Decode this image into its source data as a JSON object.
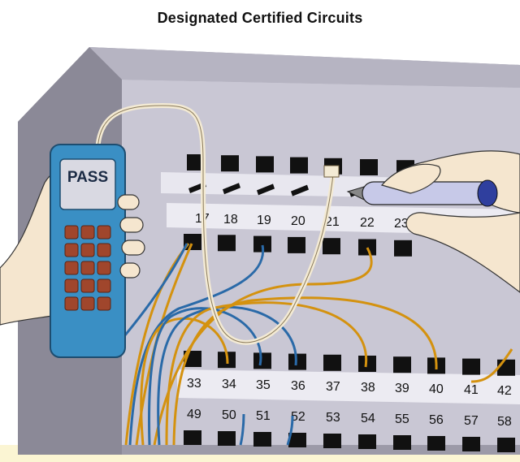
{
  "title": "Designated Certified Circuits",
  "tester": {
    "display_text": "PASS"
  },
  "patch_panel": {
    "row1_labels": [
      "17",
      "18",
      "19",
      "20",
      "21",
      "22",
      "23"
    ],
    "row2_labels": [
      "33",
      "34",
      "35",
      "36",
      "37",
      "38",
      "39",
      "40",
      "41",
      "42"
    ],
    "row3_labels": [
      "49",
      "50",
      "51",
      "52",
      "53",
      "54",
      "55",
      "56",
      "57",
      "58"
    ]
  },
  "colors": {
    "cabinet_gray": "#9c9aa8",
    "panel_face": "#c9c7d4",
    "port_black": "#111111",
    "tester_blue": "#3a8fc4",
    "tester_button": "#a0462c",
    "cable_orange": "#d4920f",
    "cable_blue": "#2a6aa8",
    "probe_blue": "#2f3f9e",
    "skin": "#f5e6cf",
    "floor_cream": "#fbf5d3"
  }
}
